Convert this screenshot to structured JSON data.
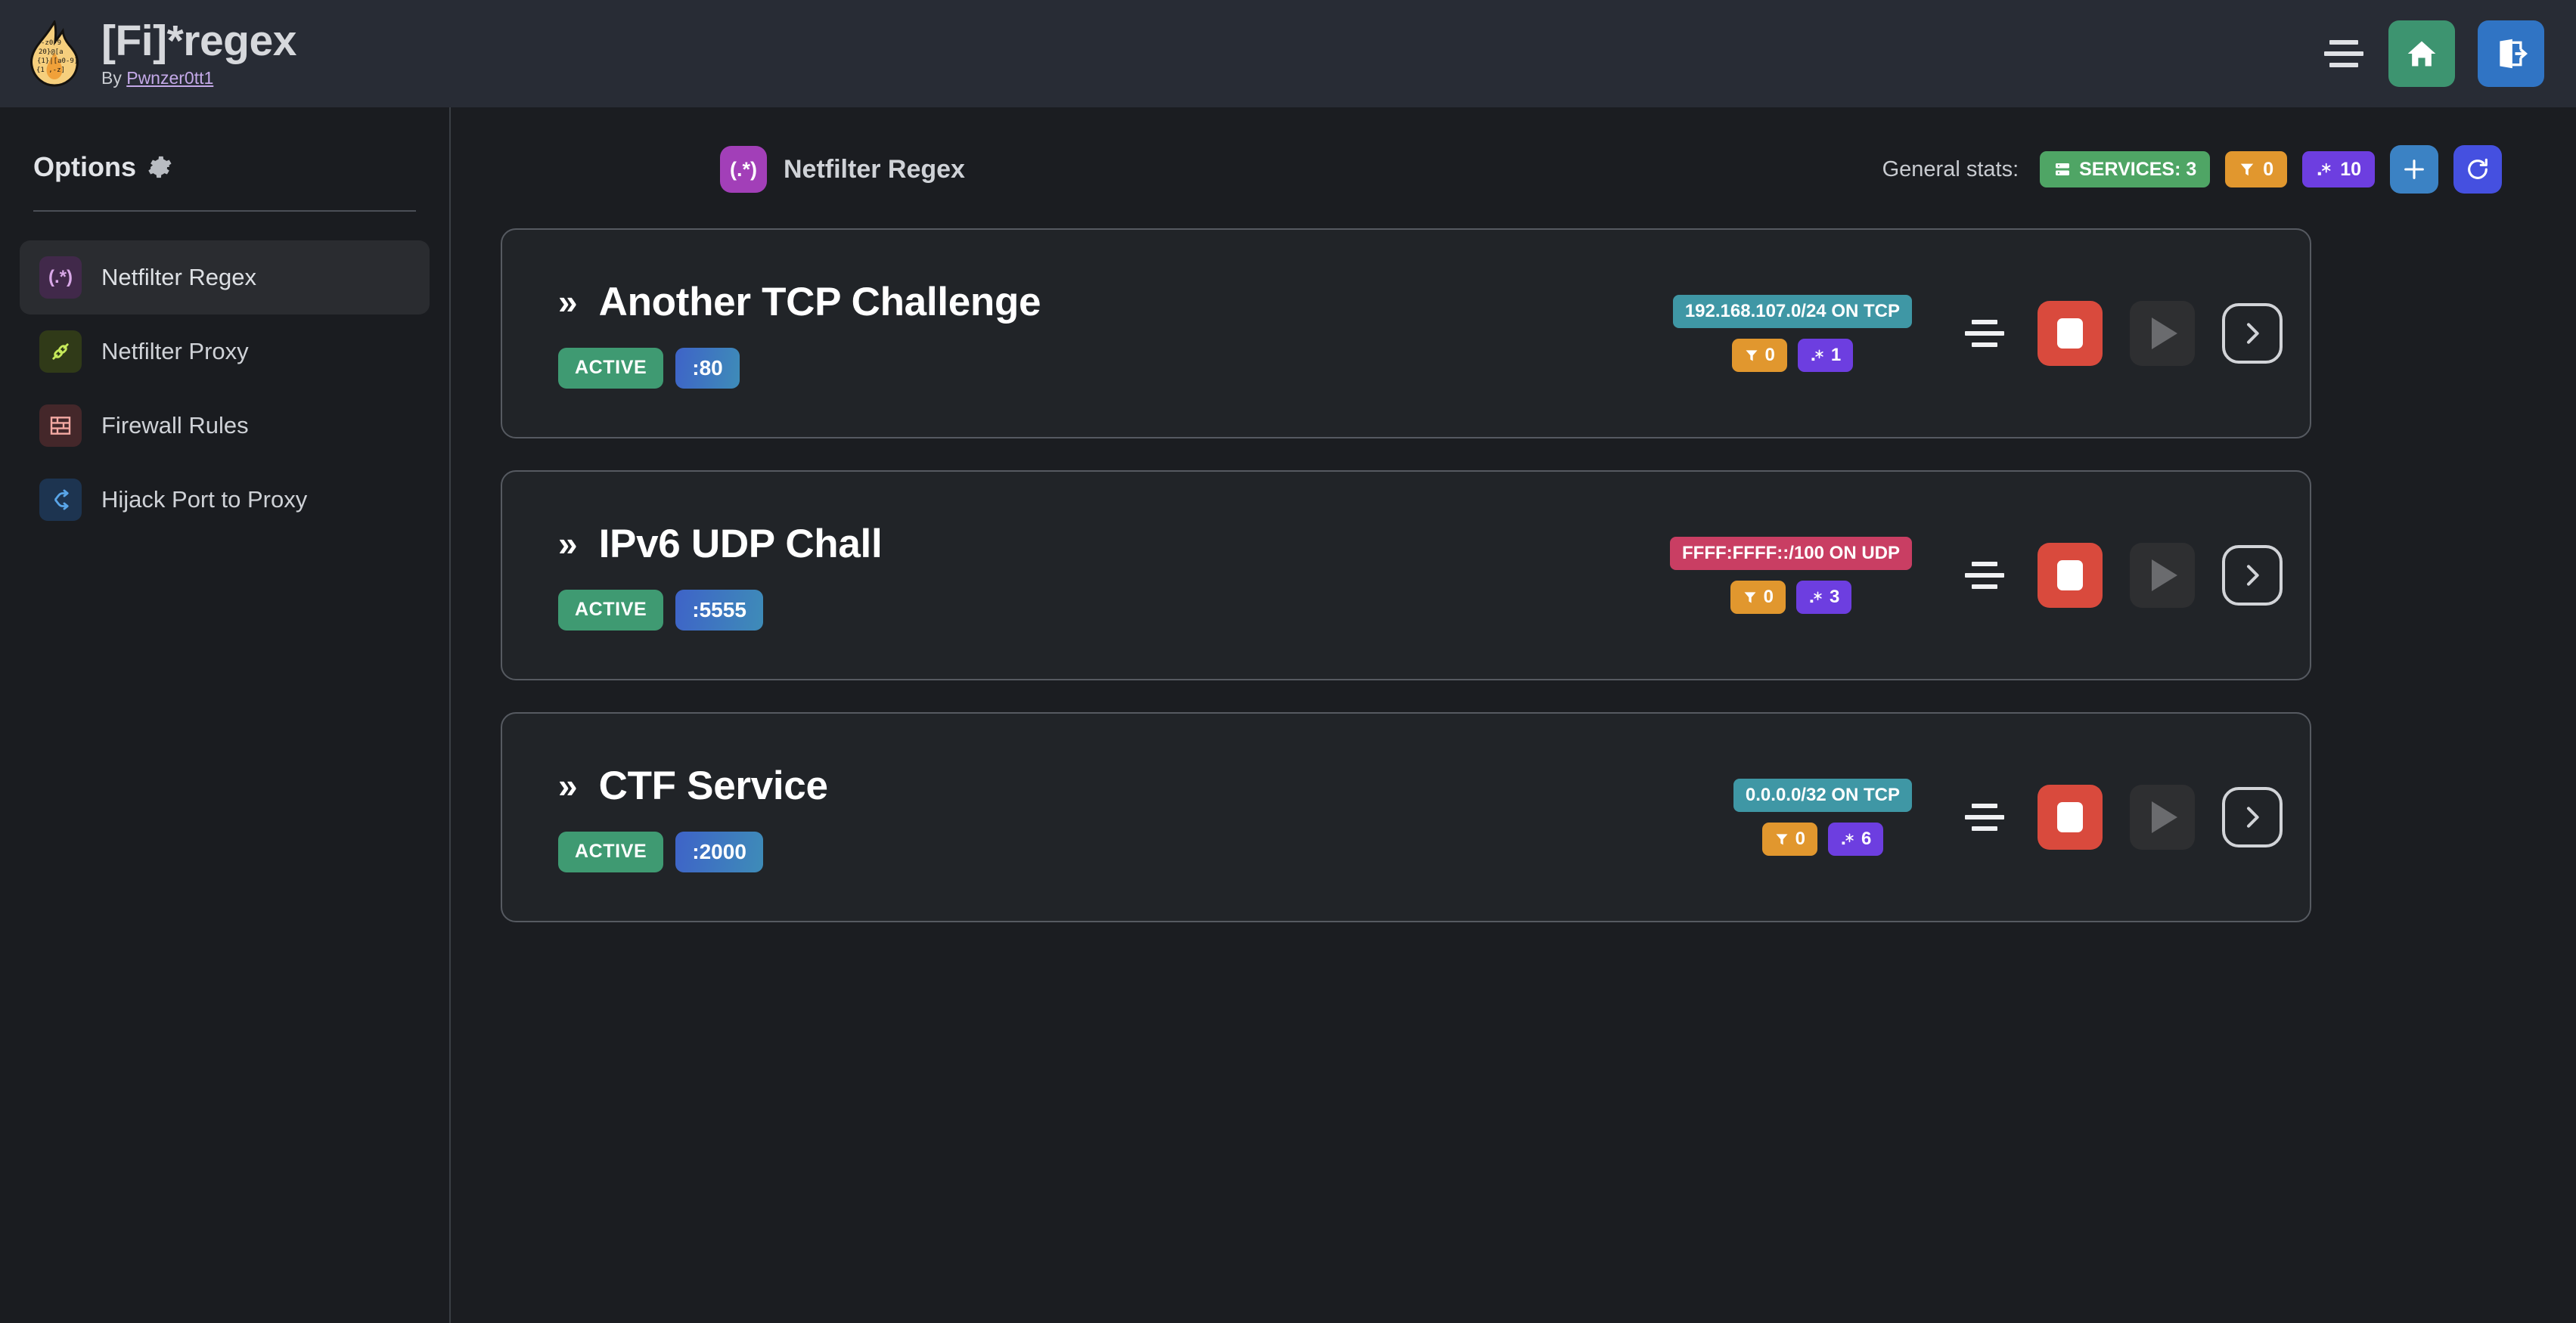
{
  "header": {
    "title": "[Fi]*regex",
    "by_prefix": "By ",
    "author": "Pwnzer0tt1",
    "menu_icon": "hamburger-icon",
    "home_icon": "home-icon",
    "logout_icon": "logout-icon"
  },
  "sidebar": {
    "title": "Options",
    "gear_icon": "gear-icon",
    "items": [
      {
        "label": "Netfilter Regex",
        "icon": "regex-icon",
        "glyph": "(.*)",
        "active": true
      },
      {
        "label": "Netfilter Proxy",
        "icon": "plug-icon",
        "glyph": "⚭",
        "active": false
      },
      {
        "label": "Firewall Rules",
        "icon": "brick-wall-icon",
        "glyph": "▤",
        "active": false
      },
      {
        "label": "Hijack Port to Proxy",
        "icon": "route-fork-icon",
        "glyph": "⑂",
        "active": false
      }
    ]
  },
  "main": {
    "page_icon_glyph": "(.*)",
    "page_title": "Netfilter Regex",
    "stats_label": "General stats:",
    "stats": {
      "services_label": "SERVICES: 3",
      "services_icon": "server-icon",
      "filter_count": "0",
      "filter_icon": "funnel-icon",
      "regex_count": "10",
      "regex_icon": "regex-dot-star-icon"
    },
    "add_button_icon": "plus-icon",
    "refresh_button_icon": "refresh-icon"
  },
  "services": [
    {
      "chevron": "»",
      "name": "Another TCP Challenge",
      "status": "ACTIVE",
      "port": ":80",
      "network": "192.168.107.0/24 ON TCP",
      "protocol": "tcp",
      "filter_count": "0",
      "regex_count": "1",
      "drag_icon": "drag-handle-icon",
      "stop_icon": "stop-icon",
      "play_icon": "play-icon",
      "open_icon": "chevron-right-icon"
    },
    {
      "chevron": "»",
      "name": "IPv6 UDP Chall",
      "status": "ACTIVE",
      "port": ":5555",
      "network": "FFFF:FFFF::/100 ON UDP",
      "protocol": "udp",
      "filter_count": "0",
      "regex_count": "3",
      "drag_icon": "drag-handle-icon",
      "stop_icon": "stop-icon",
      "play_icon": "play-icon",
      "open_icon": "chevron-right-icon"
    },
    {
      "chevron": "»",
      "name": "CTF Service",
      "status": "ACTIVE",
      "port": ":2000",
      "network": "0.0.0.0/32 ON TCP",
      "protocol": "tcp",
      "filter_count": "0",
      "regex_count": "6",
      "drag_icon": "drag-handle-icon",
      "stop_icon": "stop-icon",
      "play_icon": "play-icon",
      "open_icon": "chevron-right-icon"
    }
  ],
  "colors": {
    "bg": "#1b1d21",
    "topbar": "#282c35",
    "card_bg": "#212428",
    "card_border": "#565a61",
    "accent_green": "#4fa565",
    "accent_orange": "#e1972e",
    "accent_purple": "#6d3ee0",
    "accent_teal": "#3f97a5",
    "accent_crimson": "#c93e63",
    "accent_red": "#d94a3d",
    "accent_blue": "#3b82c4",
    "accent_indigo": "#4550e0"
  }
}
